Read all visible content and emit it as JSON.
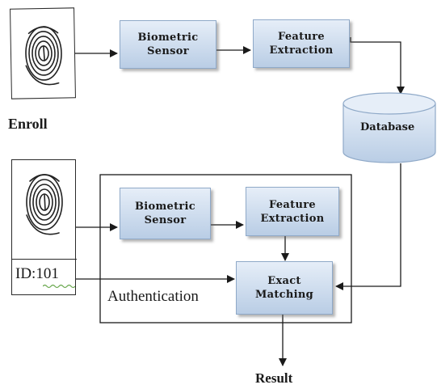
{
  "enroll": {
    "label": "Enroll",
    "biometric_sensor": [
      "Biometric",
      "Sensor"
    ],
    "feature_extraction": [
      "Feature",
      "Extraction"
    ]
  },
  "database": {
    "label": "Database"
  },
  "auth": {
    "id_label": "ID:101",
    "group_label": "Authentication",
    "biometric_sensor": [
      "Biometric",
      "Sensor"
    ],
    "feature_extraction": [
      "Feature",
      "Extraction"
    ],
    "exact_matching": [
      "Exact",
      "Matching"
    ]
  },
  "result": {
    "label": "Result"
  },
  "colors": {
    "box_top": "#e6eef8",
    "box_bottom": "#b9cde5",
    "box_border": "#8fa9c8",
    "line": "#1a1a1a",
    "id_underline": "#6aa84f"
  },
  "icons": {
    "enroll_fingerprint": "fingerprint-icon",
    "auth_fingerprint": "fingerprint-icon",
    "database": "database-cylinder-icon"
  }
}
